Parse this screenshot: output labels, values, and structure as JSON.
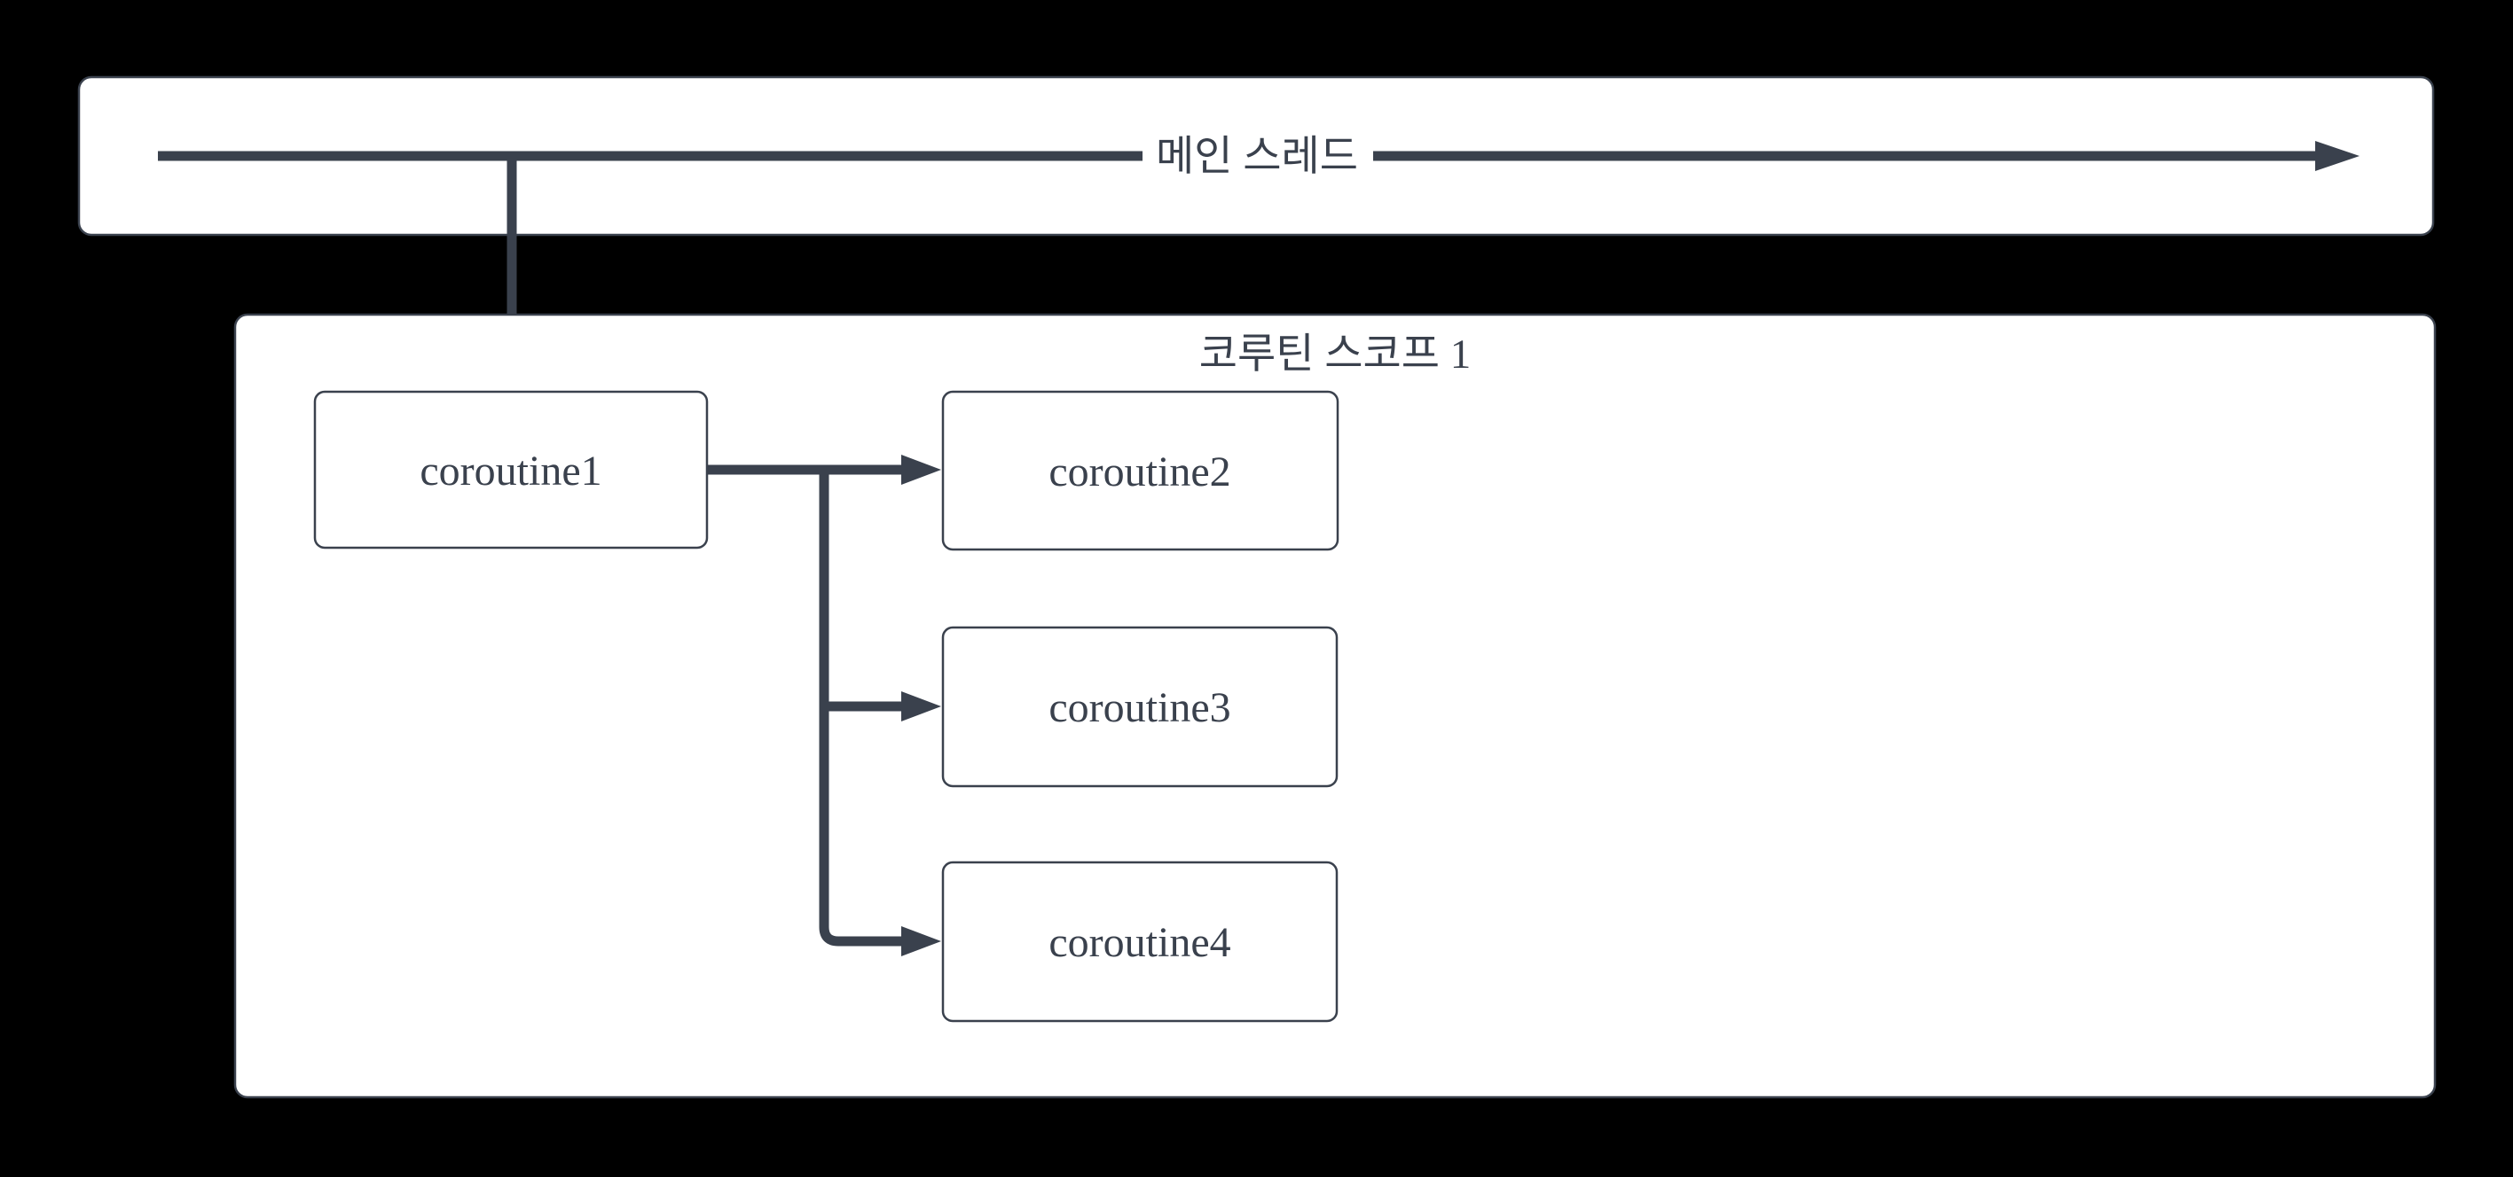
{
  "diagram": {
    "background_color": "#000000",
    "node_fill_color": "#ffffff",
    "stroke_color": "#3a414d",
    "main_thread": {
      "label": "메인 스레드"
    },
    "scope": {
      "label": "코루틴 스코프 1"
    },
    "coroutines": [
      {
        "label": "coroutine1"
      },
      {
        "label": "coroutine2"
      },
      {
        "label": "coroutine3"
      },
      {
        "label": "coroutine4"
      }
    ]
  }
}
